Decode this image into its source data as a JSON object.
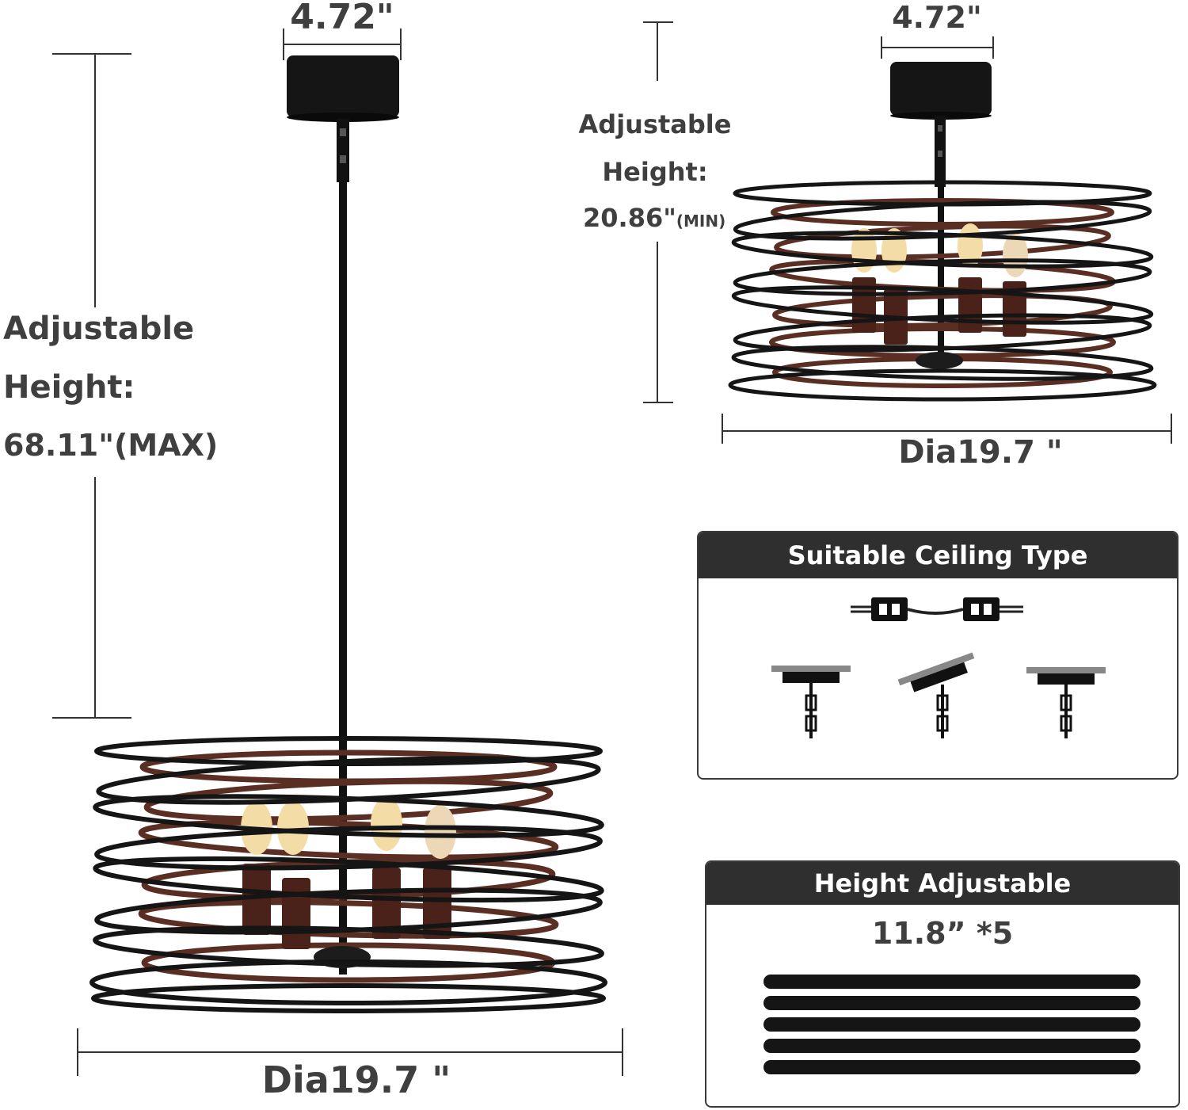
{
  "left": {
    "top_width": "4.72\"",
    "height_line1": "Adjustable",
    "height_line2": "Height:",
    "height_value": "68.11\"(MAX)",
    "diameter": "Dia19.7 \""
  },
  "right": {
    "top_width": "4.72\"",
    "height_line1": "Adjustable",
    "height_line2": "Height:",
    "height_value": "20.86\"",
    "height_suffix": "(MIN)",
    "diameter": "Dia19.7 \""
  },
  "ceiling_panel": {
    "title": "Suitable Ceiling Type"
  },
  "height_panel": {
    "title": "Height Adjustable",
    "rods": "11.8”  *5"
  },
  "colors": {
    "metal": "#151515",
    "wood": "#5a2e22",
    "panel_header": "#2f2f2f",
    "text": "#3d3d3d"
  }
}
